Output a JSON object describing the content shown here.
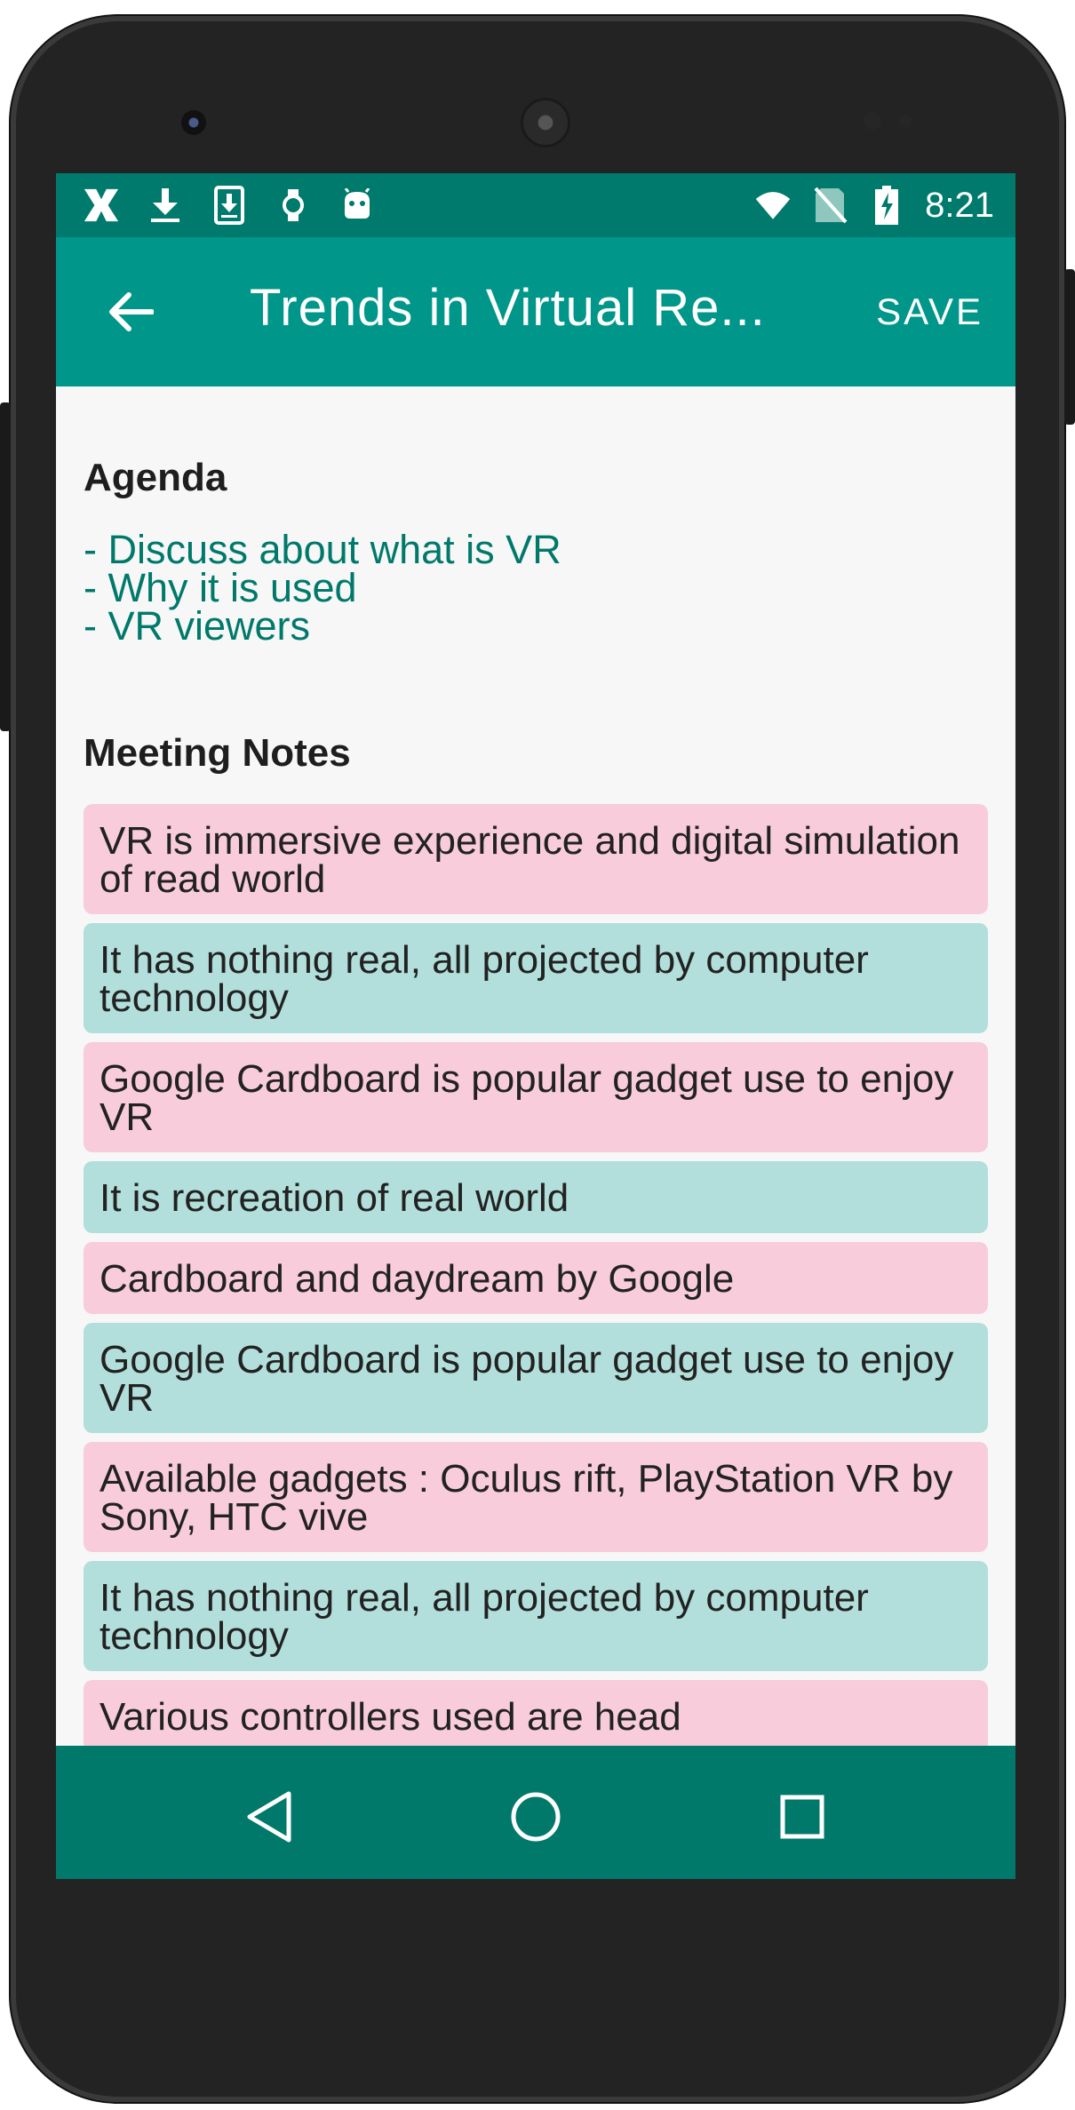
{
  "status_bar": {
    "time": "8:21",
    "left_icons": [
      "x-app-icon",
      "download-icon",
      "download-file-icon",
      "watch-icon",
      "android-icon"
    ],
    "right_icons": [
      "wifi-icon",
      "no-sim-icon",
      "battery-charging-icon"
    ]
  },
  "app_bar": {
    "title": "Trends in Virtual Re...",
    "save_label": "SAVE",
    "back_icon": "arrow-back-icon"
  },
  "agenda": {
    "heading": "Agenda",
    "lines": [
      "- Discuss about what is VR",
      "- Why it is used",
      "- VR viewers"
    ]
  },
  "meeting_notes": {
    "heading": "Meeting Notes",
    "items": [
      {
        "text": "VR is immersive experience and digital simulation of read world",
        "color": "pink"
      },
      {
        "text": "It has nothing real, all projected by computer technology",
        "color": "teal"
      },
      {
        "text": "Google Cardboard is popular gadget use to enjoy VR",
        "color": "pink"
      },
      {
        "text": "It is recreation of real world",
        "color": "teal"
      },
      {
        "text": "Cardboard and daydream by Google",
        "color": "pink"
      },
      {
        "text": "Google Cardboard is popular gadget use to enjoy VR",
        "color": "teal"
      },
      {
        "text": "Available gadgets : Oculus rift, PlayStation VR by Sony, HTC vive",
        "color": "pink"
      },
      {
        "text": "It has nothing real, all projected by computer technology",
        "color": "teal"
      },
      {
        "text": "Various controllers used are head",
        "color": "pink"
      }
    ]
  },
  "nav_bar": {
    "buttons": [
      "back-triangle-icon",
      "home-circle-icon",
      "recents-square-icon"
    ]
  },
  "colors": {
    "status_bar": "#007a6c",
    "app_bar": "#00968a",
    "nav_bar": "#00796b",
    "agenda_text": "#00796b",
    "note_pink": "#f8ccdb",
    "note_teal": "#b2dfdb"
  }
}
